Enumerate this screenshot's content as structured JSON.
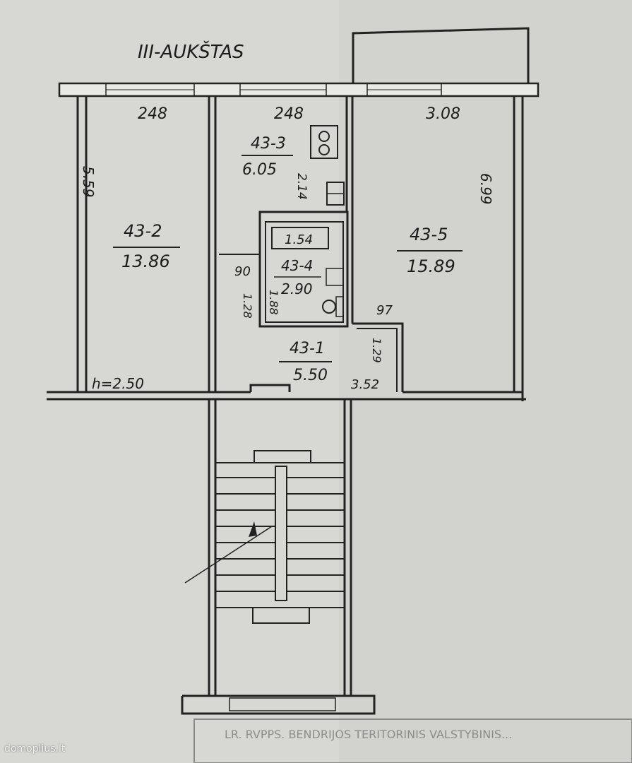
{
  "floor_title": "III-AUKŠTAS",
  "rooms": [
    {
      "id": "43-1",
      "area": "5.50"
    },
    {
      "id": "43-2",
      "area": "13.86"
    },
    {
      "id": "43-3",
      "area": "6.05"
    },
    {
      "id": "43-4",
      "area": "2.90"
    },
    {
      "id": "43-5",
      "area": "15.89"
    }
  ],
  "dimensions": {
    "w1": "248",
    "w2": "248",
    "w3": "3.08",
    "l1": "5.59",
    "l2": "6.99",
    "kitchen": "2.14",
    "bath_top": "1.54",
    "hall_a": "90",
    "bath_a": "1.28",
    "bath_b": "1.88",
    "hall_b": "97",
    "hall_c": "1.29",
    "hall_d": "3.52"
  },
  "height_label": "h=2.50",
  "stamp_text": "LR. RVPPS. BENDRIJOS TERITORINIS VALSTYBINIS...",
  "watermark": "domoplius.lt"
}
